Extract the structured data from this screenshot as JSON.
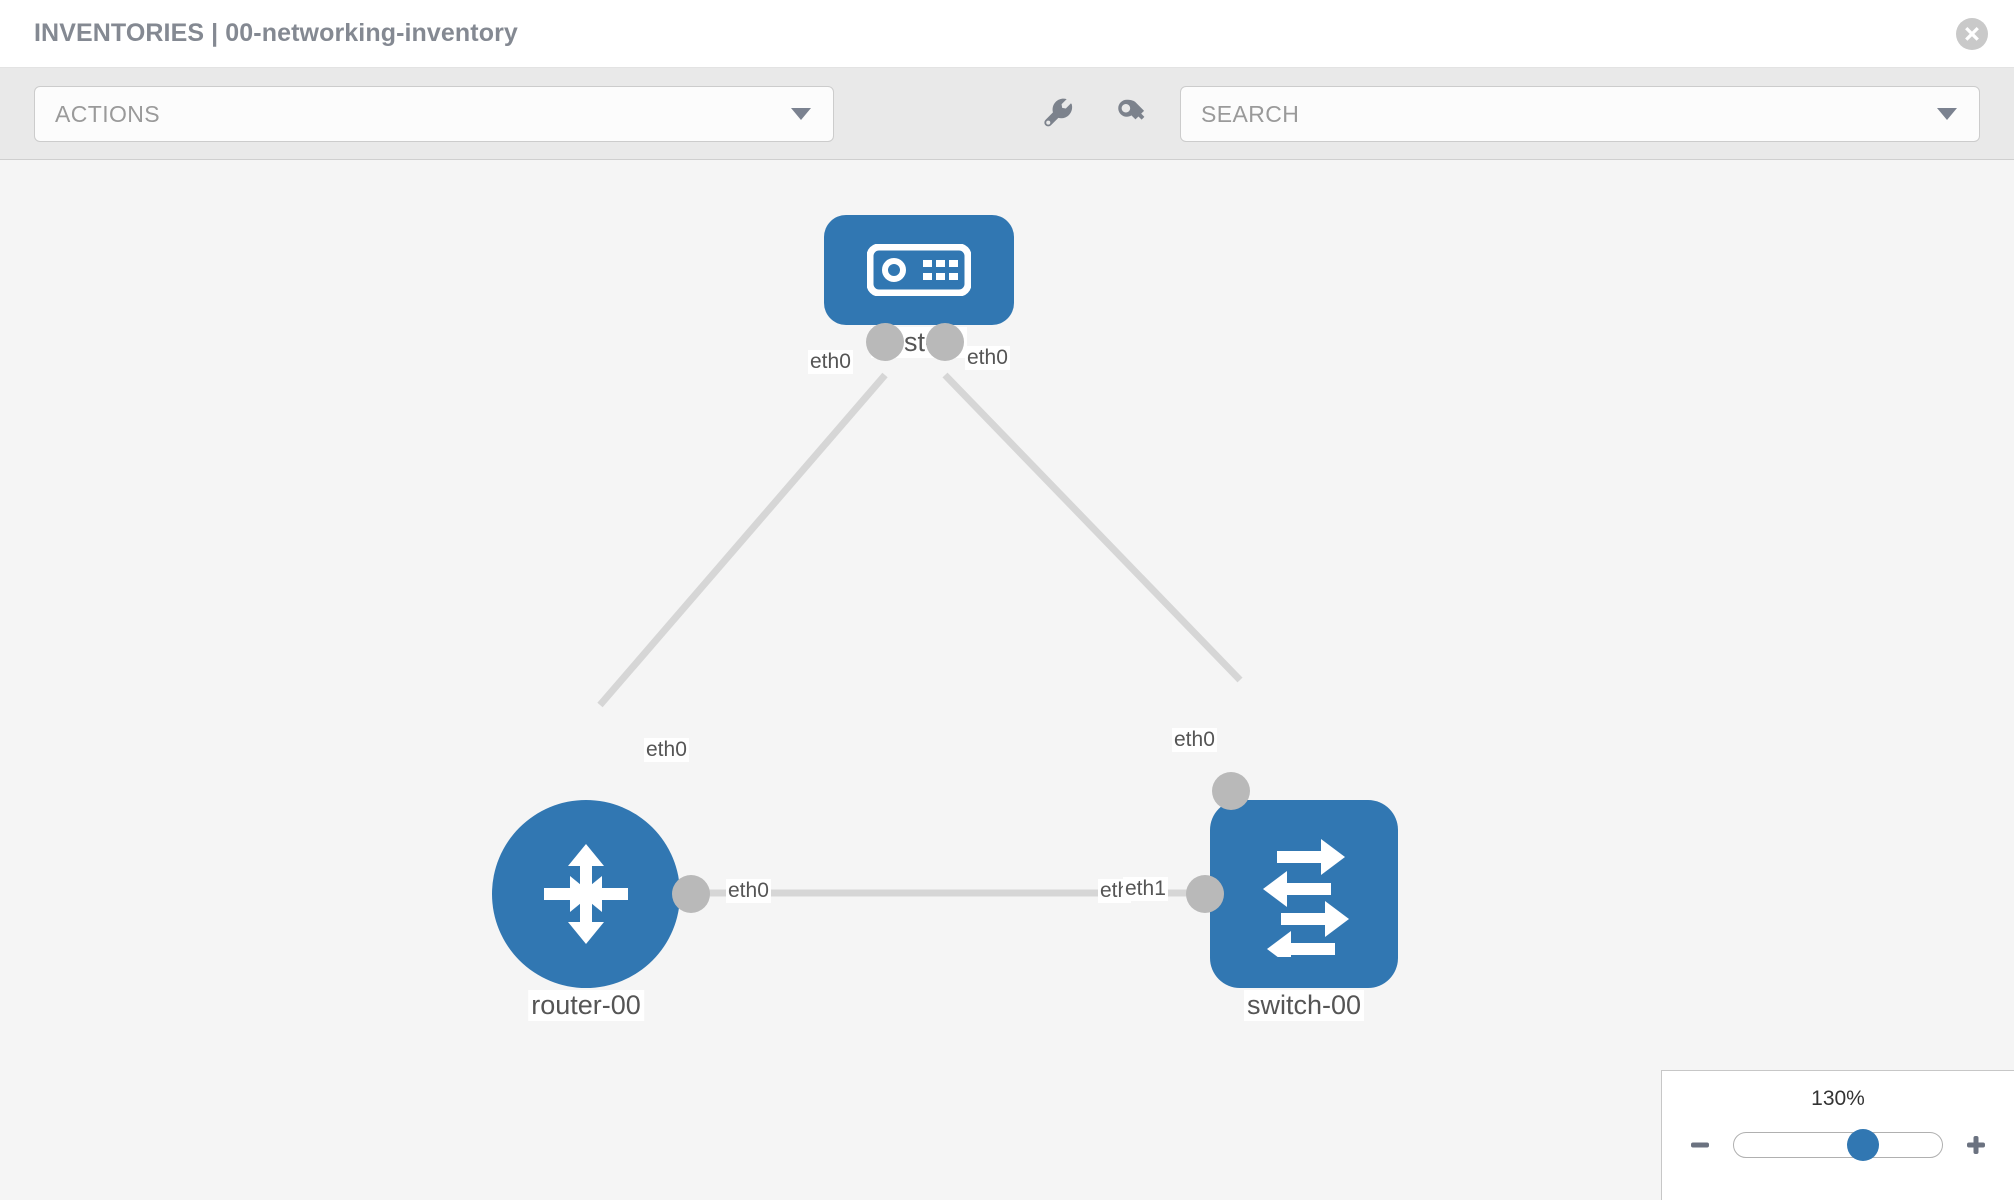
{
  "header": {
    "title": "INVENTORIES | 00-networking-inventory",
    "close_icon": "close-circle-icon"
  },
  "toolbar": {
    "actions_label": "ACTIONS",
    "actions_caret_icon": "chevron-down-icon",
    "wrench_icon": "wrench-icon",
    "key_icon": "key-icon",
    "search_placeholder": "SEARCH",
    "search_value": "",
    "search_caret_icon": "chevron-down-icon"
  },
  "topology": {
    "nodes": [
      {
        "id": "host-00",
        "label": "host-00",
        "type": "host",
        "icon": "server-appliance-icon",
        "shape": "rounded-rect",
        "color": "#3177b2"
      },
      {
        "id": "router-00",
        "label": "router-00",
        "type": "router",
        "icon": "router-arrows-icon",
        "shape": "circle",
        "color": "#3177b2"
      },
      {
        "id": "switch-00",
        "label": "switch-00",
        "type": "switch",
        "icon": "switch-arrows-icon",
        "shape": "rounded-rect",
        "color": "#3177b2"
      }
    ],
    "links": [
      {
        "from": "host-00",
        "to": "router-00",
        "from_interface": "eth0",
        "to_interface": "eth0"
      },
      {
        "from": "host-00",
        "to": "switch-00",
        "from_interface": "eth0",
        "to_interface": "eth0"
      },
      {
        "from": "router-00",
        "to": "switch-00",
        "from_interface": "eth0",
        "to_interface": "eth1"
      }
    ],
    "interface_labels": {
      "host_left": "eth0",
      "host_right": "eth0",
      "router_upper": "eth0",
      "switch_upper": "eth0",
      "router_right": "eth0",
      "switch_left_a": "eth",
      "switch_left_b": "eth1"
    },
    "link_color": "#d6d6d6",
    "connector_color": "#b9b9b9"
  },
  "zoom": {
    "value": "130%",
    "minus_icon": "minus-icon",
    "plus_icon": "plus-icon",
    "slider_position_percent": 62
  }
}
